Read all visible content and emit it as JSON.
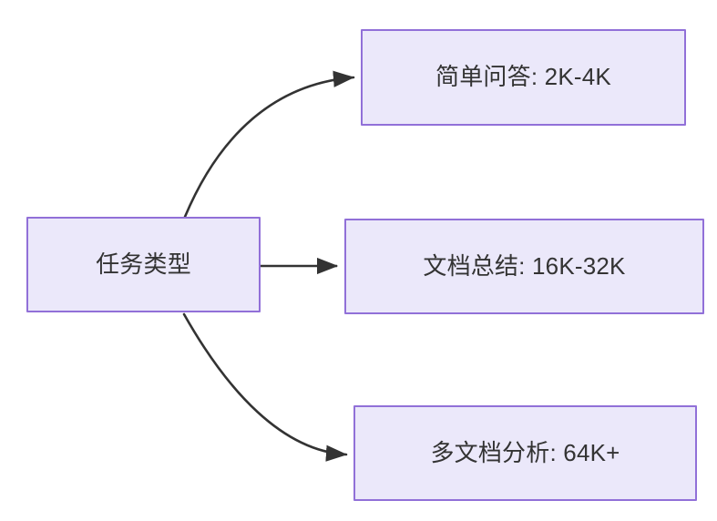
{
  "diagram": {
    "type": "flowchart",
    "direction": "left-to-right",
    "background_color": "#ffffff",
    "node_fill_color": "#ebe8fa",
    "node_border_color": "#9170d8",
    "node_text_color": "#333333",
    "edge_color": "#333333",
    "source_node": {
      "id": "task-type",
      "label": "任务类型"
    },
    "target_nodes": [
      {
        "id": "simple-qa",
        "label": "简单问答: 2K-4K"
      },
      {
        "id": "doc-summary",
        "label": "文档总结: 16K-32K"
      },
      {
        "id": "multi-doc-analysis",
        "label": "多文档分析: 64K+"
      }
    ],
    "edges": [
      {
        "from": "task-type",
        "to": "simple-qa",
        "style": "curved",
        "arrowhead": "filled-triangle",
        "label": ""
      },
      {
        "from": "task-type",
        "to": "doc-summary",
        "style": "straight",
        "arrowhead": "filled-triangle",
        "label": ""
      },
      {
        "from": "task-type",
        "to": "multi-doc-analysis",
        "style": "curved",
        "arrowhead": "filled-triangle",
        "label": ""
      }
    ]
  }
}
